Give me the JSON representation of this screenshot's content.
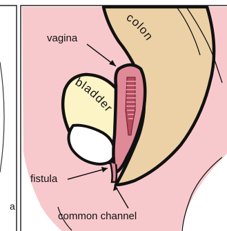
{
  "labels": {
    "vagina": "vagina",
    "colon": "colon",
    "bladder": "bladder",
    "fistula": "fistula",
    "common_channel": "common channel"
  },
  "colors": {
    "skin": "#f8c9cc",
    "colon": "#ecd1a6",
    "bladder": "#fcf3c7",
    "vagina": "#e08a98",
    "vagina_inner": "#b54a5d",
    "outline": "#111111",
    "frame": "#222222",
    "background": "#ffffff"
  }
}
